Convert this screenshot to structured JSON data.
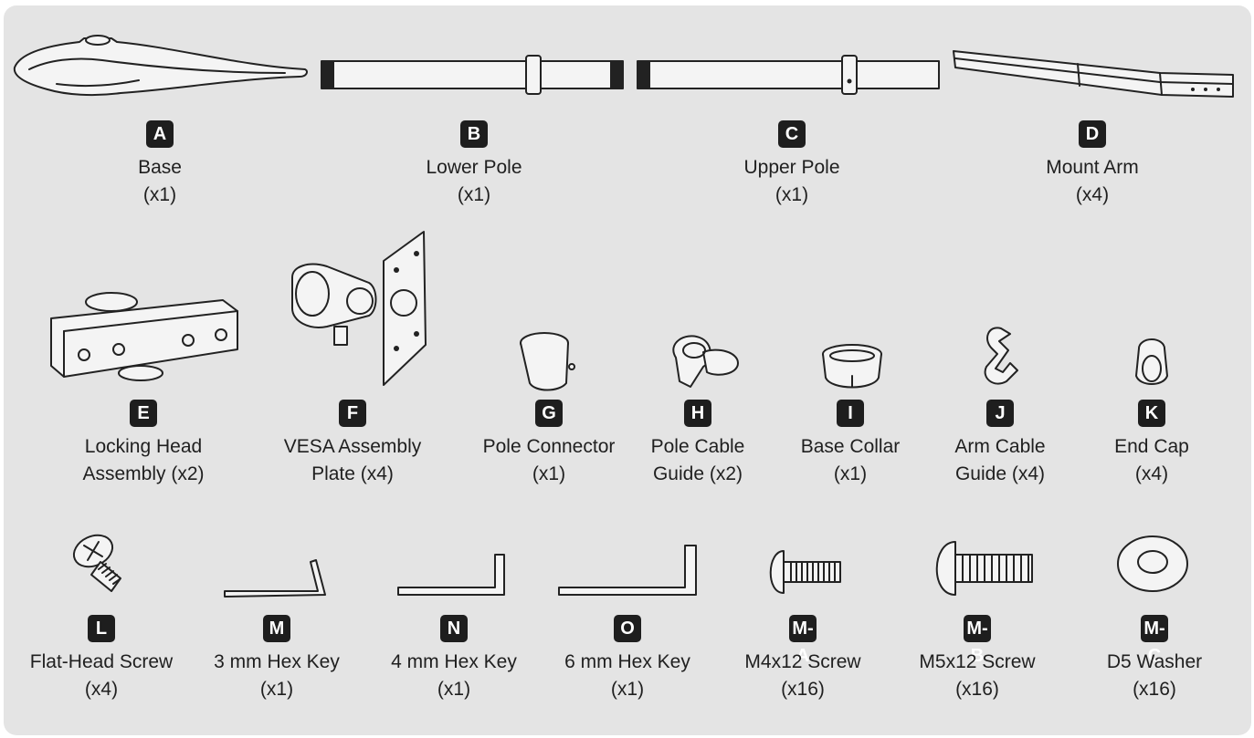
{
  "parts": [
    {
      "id": "A",
      "name_lines": [
        "Base",
        "(x1)"
      ]
    },
    {
      "id": "B",
      "name_lines": [
        "Lower Pole",
        "(x1)"
      ]
    },
    {
      "id": "C",
      "name_lines": [
        "Upper Pole",
        "(x1)"
      ]
    },
    {
      "id": "D",
      "name_lines": [
        "Mount Arm",
        "(x4)"
      ]
    },
    {
      "id": "E",
      "name_lines": [
        "Locking Head",
        "Assembly (x2)"
      ]
    },
    {
      "id": "F",
      "name_lines": [
        "VESA Assembly",
        "Plate (x4)"
      ]
    },
    {
      "id": "G",
      "name_lines": [
        "Pole Connector",
        "(x1)"
      ]
    },
    {
      "id": "H",
      "name_lines": [
        "Pole Cable",
        "Guide (x2)"
      ]
    },
    {
      "id": "I",
      "name_lines": [
        "Base Collar",
        "(x1)"
      ]
    },
    {
      "id": "J",
      "name_lines": [
        "Arm Cable",
        "Guide (x4)"
      ]
    },
    {
      "id": "K",
      "name_lines": [
        "End Cap",
        "(x4)"
      ]
    },
    {
      "id": "L",
      "name_lines": [
        "Flat-Head Screw",
        "(x4)"
      ]
    },
    {
      "id": "M",
      "name_lines": [
        "3 mm Hex Key",
        "(x1)"
      ]
    },
    {
      "id": "N",
      "name_lines": [
        "4 mm Hex Key",
        "(x1)"
      ]
    },
    {
      "id": "O",
      "name_lines": [
        "6 mm Hex Key",
        "(x1)"
      ]
    },
    {
      "id": "M-A",
      "name_lines": [
        "M4x12 Screw",
        "(x16)"
      ]
    },
    {
      "id": "M-B",
      "name_lines": [
        "M5x12 Screw",
        "(x16)"
      ]
    },
    {
      "id": "M-C",
      "name_lines": [
        "D5 Washer",
        "(x16)"
      ]
    }
  ],
  "colors": {
    "panel": "#e4e4e4",
    "badge": "#1e1e1e",
    "outline": "#222222",
    "fill": "#f4f4f4"
  }
}
